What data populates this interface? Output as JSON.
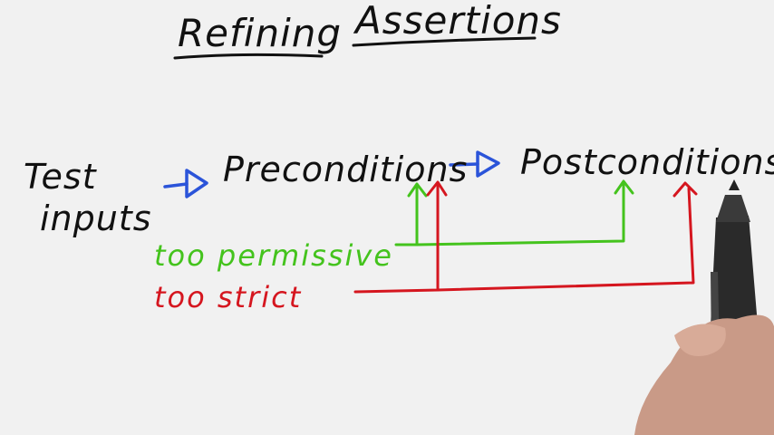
{
  "title_words": [
    "Refining",
    "Assertions"
  ],
  "nodes": {
    "test_inputs_line1": "Test",
    "test_inputs_line2": "inputs",
    "preconditions": "Preconditions",
    "postconditions": "Postconditions"
  },
  "labels": {
    "too_permissive": "too permissive",
    "too_strict": "too strict"
  },
  "colors": {
    "ink": "#111111",
    "arrow_blue": "#2b54d9",
    "too_permissive": "#44c31d",
    "too_strict": "#d5161f",
    "background": "#f1f1f1"
  }
}
